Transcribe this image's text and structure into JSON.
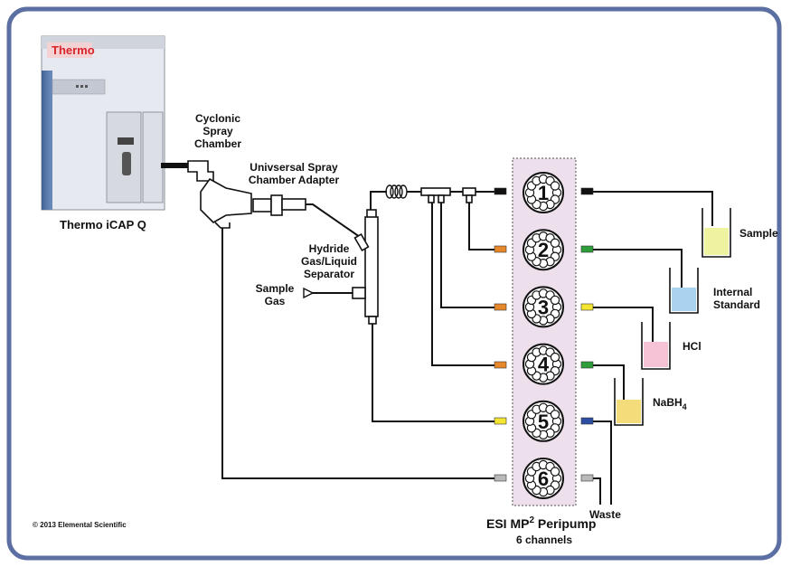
{
  "title": {
    "main": "ESI MP",
    "sup": "2",
    "rest": " Peripump",
    "sub": "6 channels"
  },
  "instrument": {
    "logo": "Thermo",
    "name": "Thermo iCAP Q"
  },
  "components": {
    "spray_chamber": [
      "Cyclonic",
      "Spray",
      "Chamber"
    ],
    "adapter": [
      "Univsersal Spray",
      "Chamber Adapter"
    ],
    "separator": [
      "Hydride",
      "Gas/Liquid",
      "Separator"
    ],
    "sample_gas": [
      "Sample",
      "Gas"
    ]
  },
  "pump_channels": [
    "1",
    "2",
    "3",
    "4",
    "5",
    "6"
  ],
  "reagents": {
    "sample": "Sample",
    "internal_standard": [
      "Internal",
      "Standard"
    ],
    "hcl": "HCl",
    "nabh4": {
      "base": "NaBH",
      "sub": "4"
    },
    "waste": "Waste"
  },
  "copyright": "© 2013 Elemental Scientific",
  "colors": {
    "frame": "#5b6fa3",
    "pump_bg": "#ede0ec",
    "black_tab": "#111111",
    "orange_tab": "#e8872a",
    "green_tab": "#2e9e3a",
    "yellow_tab": "#f4e533",
    "blue_tab": "#2c4fa3",
    "gray_tab": "#b9b9b9",
    "liquid_sample": "#eef3a0",
    "liquid_internal_standard": "#a9d3ef",
    "liquid_hcl": "#f6c2d6",
    "liquid_nabh4": "#f5dc7b",
    "logo_red": "#d8232a"
  }
}
